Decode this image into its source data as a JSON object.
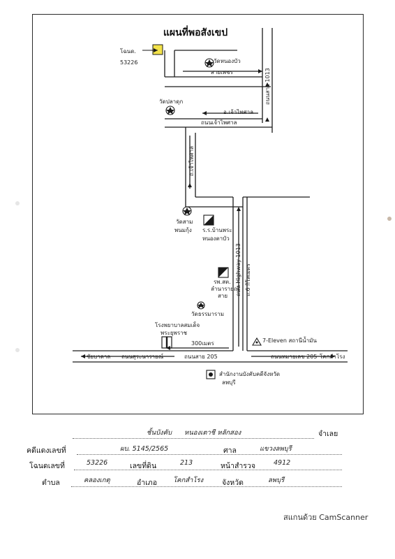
{
  "map": {
    "title": "แผนที่พอสังเขป",
    "labels": {
      "deed_label": "โฉนด.",
      "deed_no": "53226",
      "temple_top": "วัดหนองบัว",
      "road_top": "สายเพชร",
      "road_1013_top": "ถนนสาย 1013",
      "temple_mid": "วัดปลาดุก",
      "road_mid": "อ.เจ้าไพศาล",
      "road_mid2": "ถนนเจ้าไพศาล",
      "road_vertical": "ถ.เจ้าไพศาล",
      "temple_lower": "วัดสาม",
      "temple_lower2": "พนมกุ้ง",
      "school": "ร.ร.บ้านพระ",
      "school2": "หนองตาบัว",
      "highway": "ถนน Highway 1013",
      "highway2": "ถ.6 กิโลเมตร",
      "hospital": "รพ.สต.",
      "hospital2": "ลำนารายณ์",
      "hospital3": "สาย",
      "temple_bottom": "วัดธรรมาราม",
      "ptt": "โรงพยาบาลสมเด็จ",
      "ptt2": "พระยุพราช",
      "km": "300เมตร",
      "station": "7-Eleven สถานีน้ำมัน",
      "left_road": "ชัยบาดาล",
      "road_205_a": "ถนนสุระนารายณ์",
      "road_205_b": "ถนนสาย 205",
      "road_205_c": "ถนนหมายเลข 205",
      "right_town": "โคกสำโรง",
      "office": "สำนักงานบังคับคดีจังหวัด",
      "office2": "ลพบุรี"
    }
  },
  "form": {
    "row0": {
      "value_a": "ชั้นบังคับ",
      "value_b": "หนองเตาชี หลักสอง",
      "label_end": "จำเลย"
    },
    "row1": {
      "label_a": "คดีแดงเลขที่",
      "value_a": "ผบ. 5145/2565",
      "label_b": "ศาล",
      "value_b": "แขวงลพบุรี"
    },
    "row2": {
      "label_a": "โฉนดเลขที่",
      "value_a": "53226",
      "label_b": "เลขที่ดิน",
      "value_b": "213",
      "label_c": "หน้าสำรวจ",
      "value_c": "4912"
    },
    "row3": {
      "label_a": "ตำบล",
      "value_a": "คลองเกตุ",
      "label_b": "อำเภอ",
      "value_b": "โคกสำโรง",
      "label_c": "จังหวัด",
      "value_c": "ลพบุรี"
    }
  },
  "footer": {
    "scanner": "สแกนด้วย CamScanner"
  },
  "colors": {
    "ink": "#1a1a1a",
    "highlight": "#f3e24a",
    "paper": "#ffffff"
  }
}
